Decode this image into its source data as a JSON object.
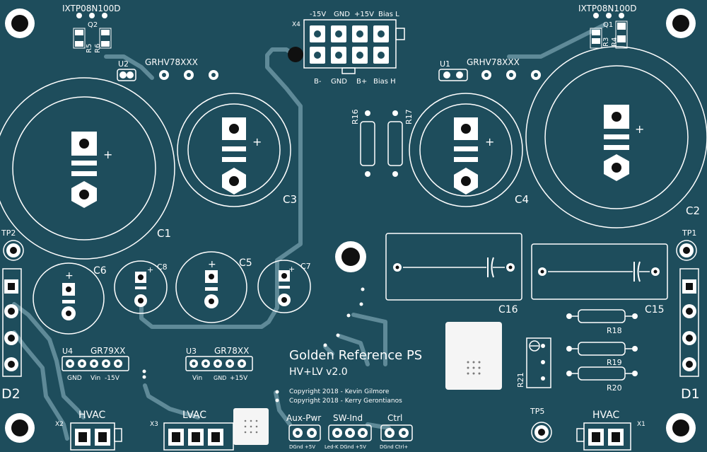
{
  "board": {
    "title": "Golden Reference PS",
    "subtitle": "HV+LV  v2.0",
    "copyright_1": "Copyright 2018 - Kevin Gilmore",
    "copyright_2": "Copyright 2018 - Kerry Gerontianos",
    "colors": {
      "substrate": "#1e4d5c",
      "trace": "#5f8a98",
      "silk": "#ffffff",
      "pad": "#ffffff"
    }
  },
  "components": {
    "q2": {
      "part": "IXTP08N100D",
      "ref": "Q2",
      "r5": "R5",
      "r6": "R6"
    },
    "q1": {
      "part": "IXTP08N100D",
      "ref": "Q1",
      "r3": "R3",
      "r4": "R4"
    },
    "u2": {
      "ref": "U2",
      "part": "GRHV78XXX"
    },
    "u1": {
      "ref": "U1",
      "part": "GRHV78XXX"
    },
    "u4": {
      "ref": "U4",
      "part": "GR79XX",
      "pin1": "GND",
      "pin2": "Vin",
      "pin3": "-15V"
    },
    "u3": {
      "ref": "U3",
      "part": "GR78XX",
      "pin1": "Vin",
      "pin2": "GND",
      "pin3": "+15V"
    },
    "x4": {
      "ref": "X4",
      "top_labels": [
        "-15V",
        "GND",
        "+15V",
        "Bias L"
      ],
      "bottom_labels": [
        "B-",
        "GND",
        "B+",
        "Bias H"
      ]
    },
    "caps": {
      "c1": "C1",
      "c2": "C2",
      "c3": "C3",
      "c4": "C4",
      "c5": "C5",
      "c6": "C6",
      "c7": "C7",
      "c8": "C8",
      "c15": "C15",
      "c16": "C16",
      "plus": "+"
    },
    "resistors": {
      "r16": "R16",
      "r17": "R17",
      "r18": "R18",
      "r19": "R19",
      "r20": "R20",
      "r21": "R21"
    },
    "test_points": {
      "tp1": "TP1",
      "tp2": "TP2",
      "tp5": "TP5"
    },
    "diodes": {
      "d1": "D1",
      "d2": "D2"
    },
    "connectors": {
      "x2": {
        "ref": "X2",
        "label": "HVAC"
      },
      "x3": {
        "ref": "X3",
        "label": "LVAC"
      },
      "x1": {
        "ref": "X1",
        "label": "HVAC"
      },
      "aux": {
        "label": "Aux-Pwr",
        "pins": "DGnd +5V"
      },
      "sw": {
        "label": "SW-Ind",
        "pins": "Led-K DGnd +5V"
      },
      "ctrl": {
        "label": "Ctrl",
        "pins": "DGnd Ctrl+"
      }
    }
  }
}
